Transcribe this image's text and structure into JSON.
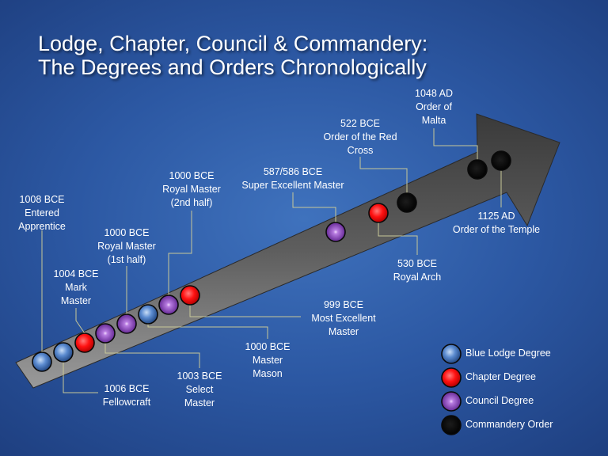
{
  "title": {
    "line1": "Lodge, Chapter, Council & Commandery:",
    "line2": "The Degrees and Orders Chronologically"
  },
  "colors": {
    "blue_lodge": "#4a78c0",
    "chapter": "#e01010",
    "council": "#7d35b0",
    "commandery": "#000000",
    "connector": "#c8c898",
    "arrow": "#7a7a7a"
  },
  "degrees": [
    {
      "id": "entered-apprentice",
      "type": "blue_lodge",
      "lines": [
        "1008 BCE",
        "Entered",
        "Apprentice"
      ]
    },
    {
      "id": "fellowcraft",
      "type": "blue_lodge",
      "lines": [
        "1006 BCE",
        "Fellowcraft"
      ]
    },
    {
      "id": "mark-master",
      "type": "chapter",
      "lines": [
        "1004 BCE",
        "Mark",
        "Master"
      ]
    },
    {
      "id": "select-master",
      "type": "council",
      "lines": [
        "1003 BCE",
        "Select",
        "Master"
      ]
    },
    {
      "id": "royal-master-1st",
      "type": "council",
      "lines": [
        "1000 BCE",
        "Royal Master",
        "(1st half)"
      ]
    },
    {
      "id": "master-mason",
      "type": "blue_lodge",
      "lines": [
        "1000 BCE",
        "Master",
        "Mason"
      ]
    },
    {
      "id": "royal-master-2nd",
      "type": "council",
      "lines": [
        "1000 BCE",
        "Royal Master",
        "(2nd half)"
      ]
    },
    {
      "id": "most-excellent-master",
      "type": "chapter",
      "lines": [
        "999 BCE",
        "Most Excellent",
        "Master"
      ]
    },
    {
      "id": "super-excellent-master",
      "type": "council",
      "lines": [
        "587/586 BCE",
        "Super Excellent Master"
      ]
    },
    {
      "id": "royal-arch",
      "type": "chapter",
      "lines": [
        "530 BCE",
        "Royal Arch"
      ]
    },
    {
      "id": "order-of-the-red-cross",
      "type": "commandery",
      "lines": [
        "522 BCE",
        "Order of the Red",
        "Cross"
      ]
    },
    {
      "id": "order-of-malta",
      "type": "commandery",
      "lines": [
        "1048 AD",
        "Order of",
        "Malta"
      ]
    },
    {
      "id": "order-of-the-temple",
      "type": "commandery",
      "lines": [
        "1125 AD",
        "Order of the Temple"
      ]
    }
  ],
  "legend": [
    {
      "type": "blue_lodge",
      "label": "Blue Lodge Degree"
    },
    {
      "type": "chapter",
      "label": "Chapter Degree"
    },
    {
      "type": "council",
      "label": "Council Degree"
    },
    {
      "type": "commandery",
      "label": "Commandery Order"
    }
  ]
}
